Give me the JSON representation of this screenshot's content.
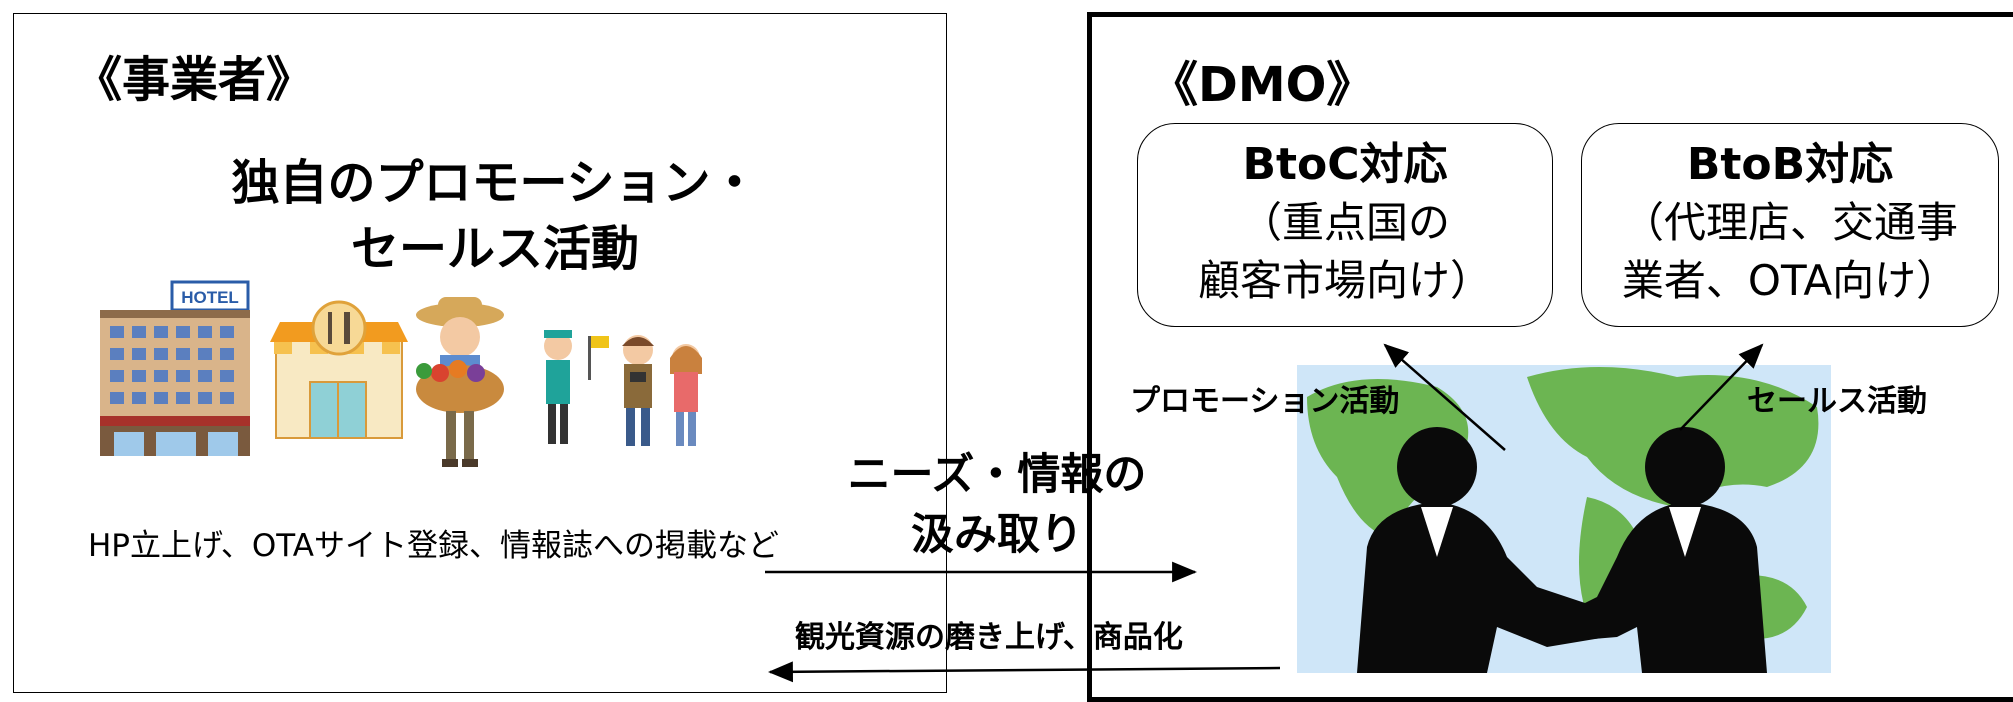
{
  "left_panel": {
    "heading": "《事業者》",
    "title_line1": "独自のプロモーション・",
    "title_line2": "セールス活動",
    "hotel_sign": "HOTEL",
    "description": "HP立上げ、OTAサイト登録、情報誌への掲載など"
  },
  "right_panel": {
    "heading": "《DMO》",
    "btoc": {
      "title": "BtoC対応",
      "line2": "（重点国の",
      "line3": "顧客市場向け）"
    },
    "btob": {
      "title": "BtoB対応",
      "line2": "（代理店、交通事",
      "line3": "業者、OTA向け）"
    },
    "promotion_label": "プロモーション活動",
    "sales_label": "セールス活動"
  },
  "center": {
    "needs_line1": "ニーズ・情報の",
    "needs_line2": "汲み取り",
    "refine_label": "観光資源の磨き上げ、商品化"
  },
  "colors": {
    "map_sky": "#cfe6f8",
    "map_land": "#6cb552",
    "silhouette": "#0a0a0a"
  }
}
